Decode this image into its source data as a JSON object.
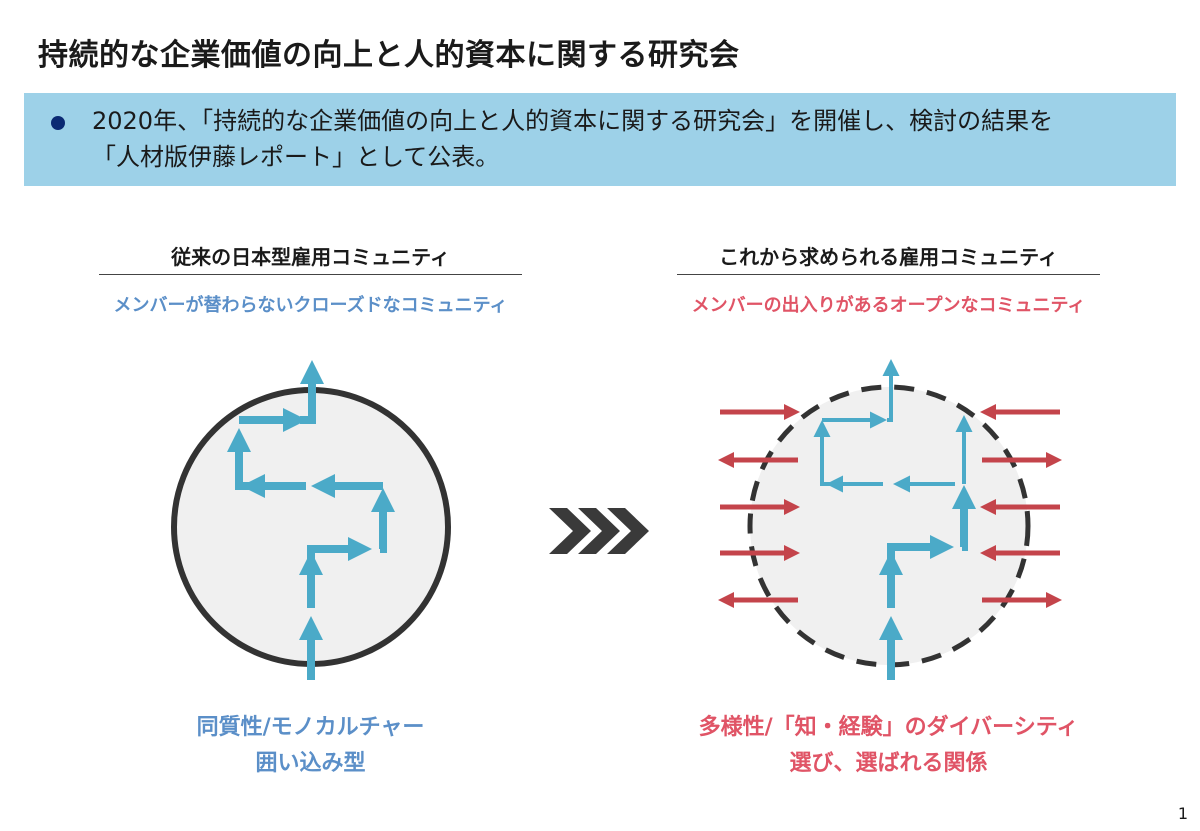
{
  "header": {
    "title": "持続的な企業価値の向上と人的資本に関する研究会"
  },
  "summary": {
    "text": "2020年、「持続的な企業価値の向上と人的資本に関する研究会」を開催し、検討の結果を\n「人材版伊藤レポート」として公表。"
  },
  "left_panel": {
    "heading": "従来の日本型雇用コミュニティ",
    "subheading": "メンバーが替わらないクローズドなコミュニティ",
    "caption_line1": "同質性/モノカルチャー",
    "caption_line2": "囲い込み型"
  },
  "right_panel": {
    "heading": "これから求められる雇用コミュニティ",
    "subheading": "メンバーの出入りがあるオープンなコミュニティ",
    "caption_line1": "多様性/「知・経験」のダイバーシティ",
    "caption_line2": "選び、選ばれる関係"
  },
  "colors": {
    "blue_arrow": "#4baac8",
    "red_arrow": "#c4444b",
    "circle_fill": "#f0f0f0",
    "circle_stroke": "#333333",
    "chevron": "#3a3a3a",
    "summary_background": "#9dd1e8",
    "bullet": "#0b2a73",
    "blue_text": "#5b8fc8",
    "red_text": "#e05466"
  },
  "icons": {
    "transition": "triple-chevron-right-icon"
  },
  "page_number": "1"
}
